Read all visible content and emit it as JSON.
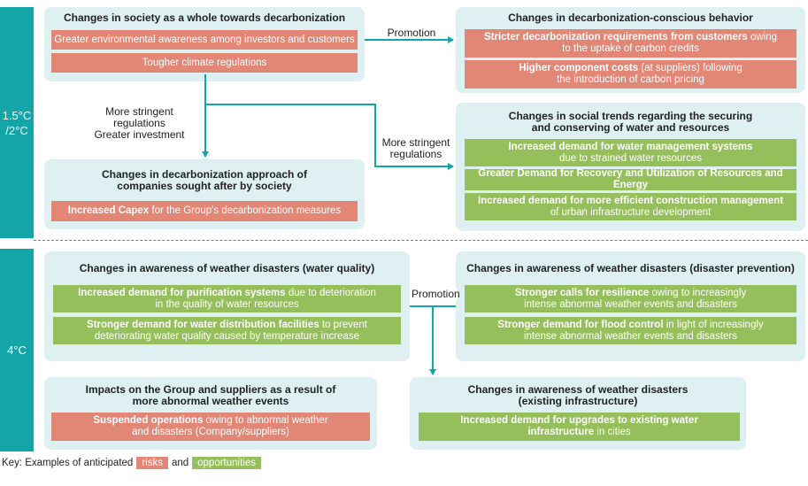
{
  "scenarios": [
    {
      "label": "1.5°C\n/2°C"
    },
    {
      "label": "4°C"
    }
  ],
  "panels": [
    {
      "title": "Changes in society as a whole towards decarbonization",
      "items": [
        {
          "type": "risk",
          "bold": "",
          "text": "Greater environmental awareness among investors and customers"
        },
        {
          "type": "risk",
          "bold": "",
          "text": "Tougher climate regulations"
        }
      ]
    },
    {
      "title": "Changes in decarbonization-conscious behavior",
      "items": [
        {
          "type": "risk",
          "bold": "Stricter decarbonization requirements from customers",
          "text": " owing\nto the uptake of carbon credits"
        },
        {
          "type": "risk",
          "bold": "Higher component costs",
          "text": " (at suppliers) following\nthe introduction of carbon pricing"
        }
      ]
    },
    {
      "title": "Changes in decarbonization approach of\ncompanies sought after by society",
      "items": [
        {
          "type": "risk",
          "bold": "Increased Capex",
          "text": " for the Group's decarbonization measures"
        }
      ]
    },
    {
      "title": "Changes in social trends regarding the securing\nand conserving of water and resources",
      "items": [
        {
          "type": "opp",
          "bold": "Increased demand for water management systems",
          "text": "\ndue to strained water resources"
        },
        {
          "type": "opp",
          "bold": "Greater Demand for Recovery and Utilization of Resources and Energy",
          "text": ""
        },
        {
          "type": "opp",
          "bold": "Increased demand for more efficient construction management",
          "text": "\nof urban infrastructure development"
        }
      ]
    },
    {
      "title": "Changes in awareness of weather disasters (water quality)",
      "items": [
        {
          "type": "opp",
          "bold": "Increased demand for purification systems",
          "text": " due to deterioration\nin the quality of water resources"
        },
        {
          "type": "opp",
          "bold": "Stronger demand for water distribution facilities",
          "text": " to prevent\ndeteriorating water quality caused by temperature increase"
        }
      ]
    },
    {
      "title": "Changes in awareness of weather disasters (disaster prevention)",
      "items": [
        {
          "type": "opp",
          "bold": "Stronger calls for resilience",
          "text": " owing to increasingly\nintense abnormal weather events and disasters"
        },
        {
          "type": "opp",
          "bold": "Stronger demand for flood control",
          "text": " in light of increasingly\nintense abnormal weather events and disasters"
        }
      ]
    },
    {
      "title": "Impacts on the Group and suppliers as a result of\nmore abnormal weather events",
      "items": [
        {
          "type": "risk",
          "bold": "Suspended operations",
          "text": " owing to abnormal weather\nand disasters (Company/suppliers)"
        }
      ]
    },
    {
      "title": "Changes in awareness of weather disasters\n(existing infrastructure)",
      "items": [
        {
          "type": "opp",
          "bold": "Increased demand for upgrades to existing water\ninfrastructure",
          "text": " in cities"
        }
      ]
    }
  ],
  "arrow_labels": {
    "promotion_top": "Promotion",
    "stringent_greater": "More stringent regulations\nGreater investment",
    "stringent_regs": "More stringent\nregulations",
    "promotion_bottom": "Promotion"
  },
  "key": {
    "prefix": "Key: Examples of anticipated",
    "risks": "risks",
    "and": "and",
    "opportunities": "opportunities"
  },
  "colors": {
    "teal": "#13a5a8",
    "panel": "#def0f1",
    "risk": "#e28676",
    "opportunity": "#95bf5b"
  }
}
